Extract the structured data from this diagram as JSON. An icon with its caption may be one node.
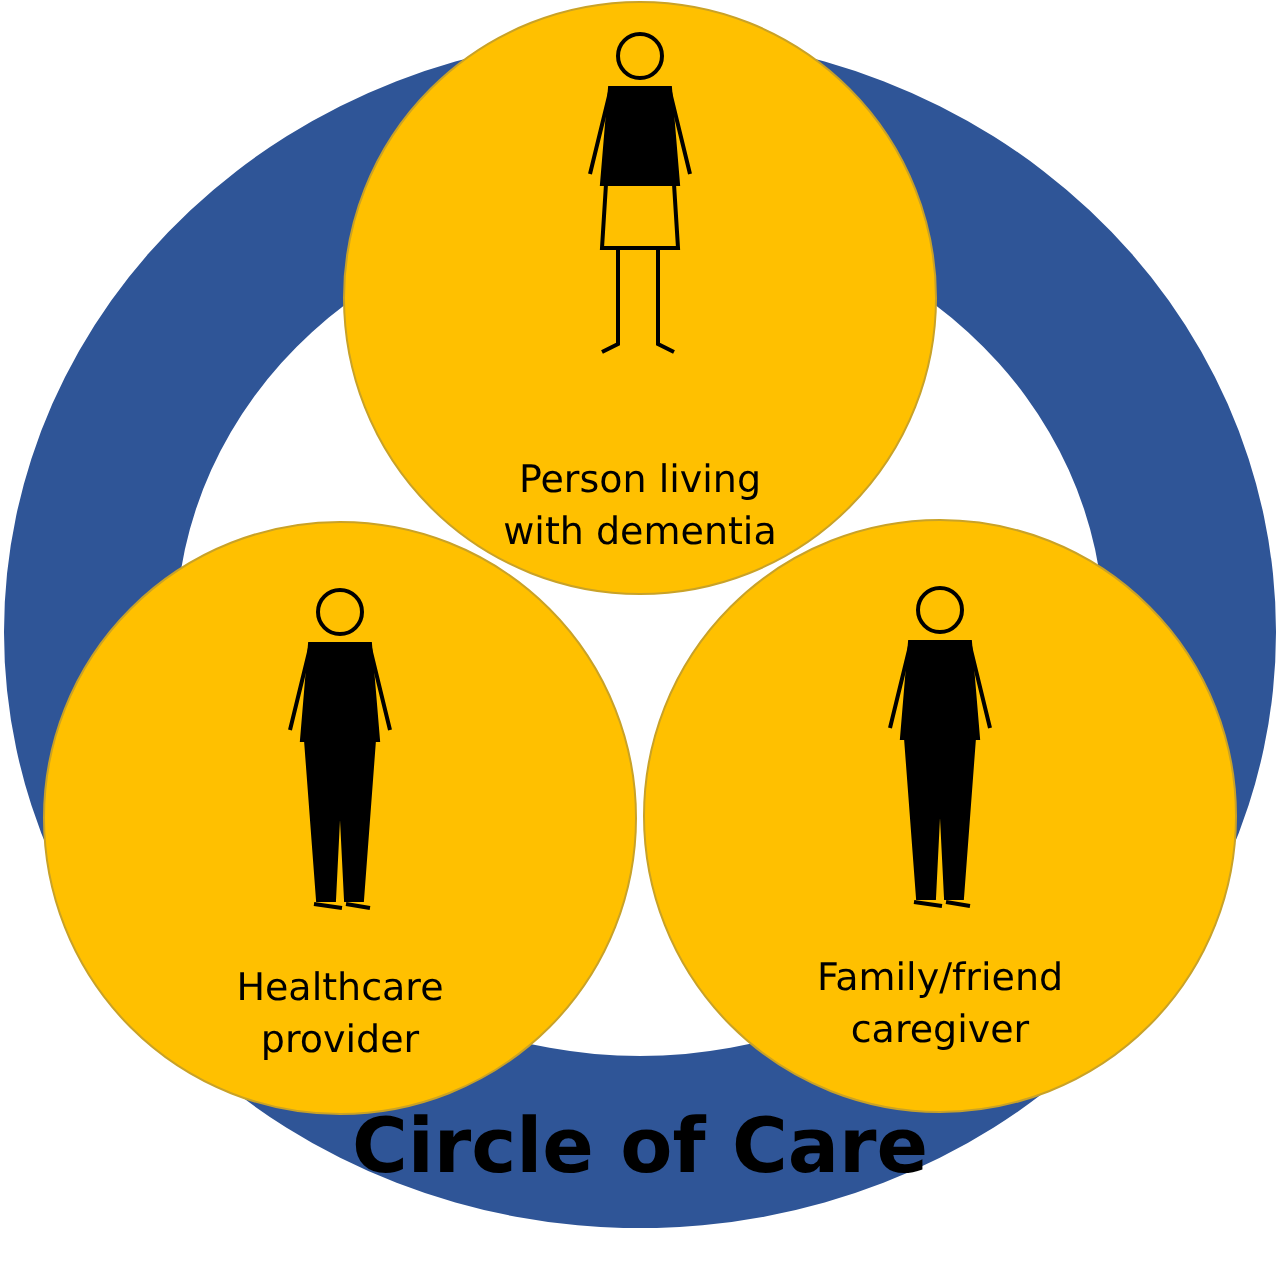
{
  "diagram": {
    "nodes": [
      {
        "text": [
          "Circle of Care"
        ]
      },
      {
        "text": [
          "Person living with dementia"
        ]
      },
      {
        "text": [
          "Healthcare provider"
        ],
        "in": 0
      },
      {
        "text": [
          "Family/friend caregiver"
        ],
        "in": 0
      }
    ],
    "edges": []
  }
}
